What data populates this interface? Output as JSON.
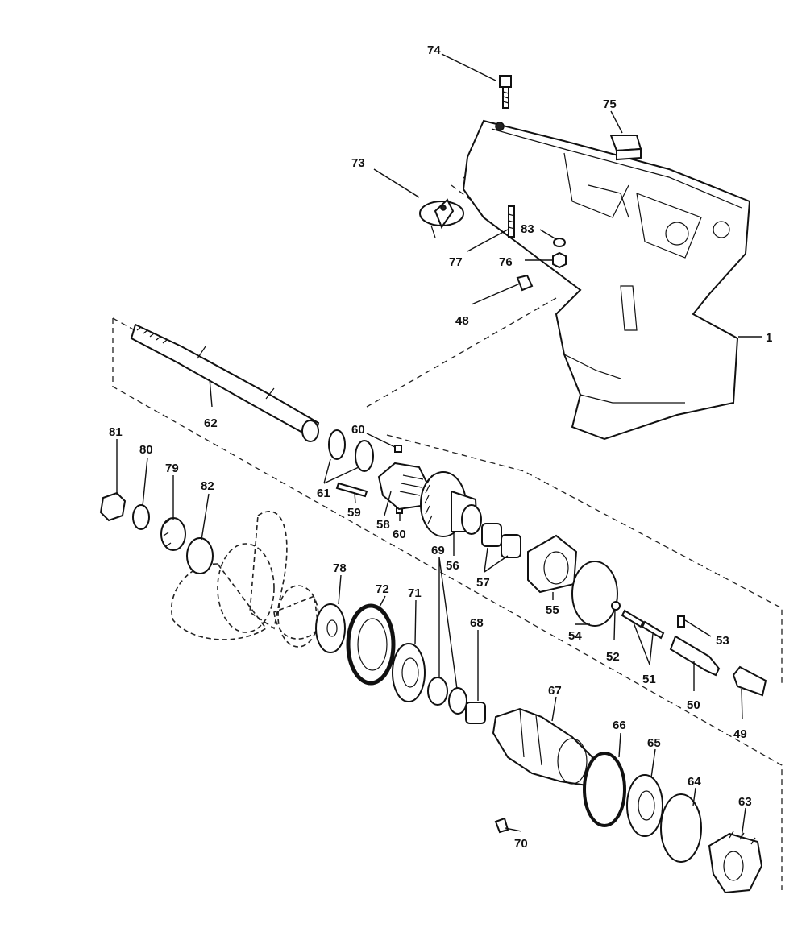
{
  "callouts": [
    {
      "id": "c1",
      "text": "1"
    },
    {
      "id": "c48",
      "text": "48"
    },
    {
      "id": "c49",
      "text": "49"
    },
    {
      "id": "c50",
      "text": "50"
    },
    {
      "id": "c51",
      "text": "51"
    },
    {
      "id": "c52",
      "text": "52"
    },
    {
      "id": "c53",
      "text": "53"
    },
    {
      "id": "c54",
      "text": "54"
    },
    {
      "id": "c55",
      "text": "55"
    },
    {
      "id": "c56",
      "text": "56"
    },
    {
      "id": "c57",
      "text": "57"
    },
    {
      "id": "c58",
      "text": "58"
    },
    {
      "id": "c59",
      "text": "59"
    },
    {
      "id": "c60a",
      "text": "60"
    },
    {
      "id": "c60b",
      "text": "60"
    },
    {
      "id": "c61",
      "text": "61"
    },
    {
      "id": "c62",
      "text": "62"
    },
    {
      "id": "c63",
      "text": "63"
    },
    {
      "id": "c64",
      "text": "64"
    },
    {
      "id": "c65",
      "text": "65"
    },
    {
      "id": "c66",
      "text": "66"
    },
    {
      "id": "c67",
      "text": "67"
    },
    {
      "id": "c68",
      "text": "68"
    },
    {
      "id": "c69",
      "text": "69"
    },
    {
      "id": "c70",
      "text": "70"
    },
    {
      "id": "c71",
      "text": "71"
    },
    {
      "id": "c72",
      "text": "72"
    },
    {
      "id": "c73",
      "text": "73"
    },
    {
      "id": "c74",
      "text": "74"
    },
    {
      "id": "c75",
      "text": "75"
    },
    {
      "id": "c76",
      "text": "76"
    },
    {
      "id": "c77",
      "text": "77"
    },
    {
      "id": "c78",
      "text": "78"
    },
    {
      "id": "c79",
      "text": "79"
    },
    {
      "id": "c80",
      "text": "80"
    },
    {
      "id": "c81",
      "text": "81"
    },
    {
      "id": "c82",
      "text": "82"
    },
    {
      "id": "c83",
      "text": "83"
    }
  ]
}
